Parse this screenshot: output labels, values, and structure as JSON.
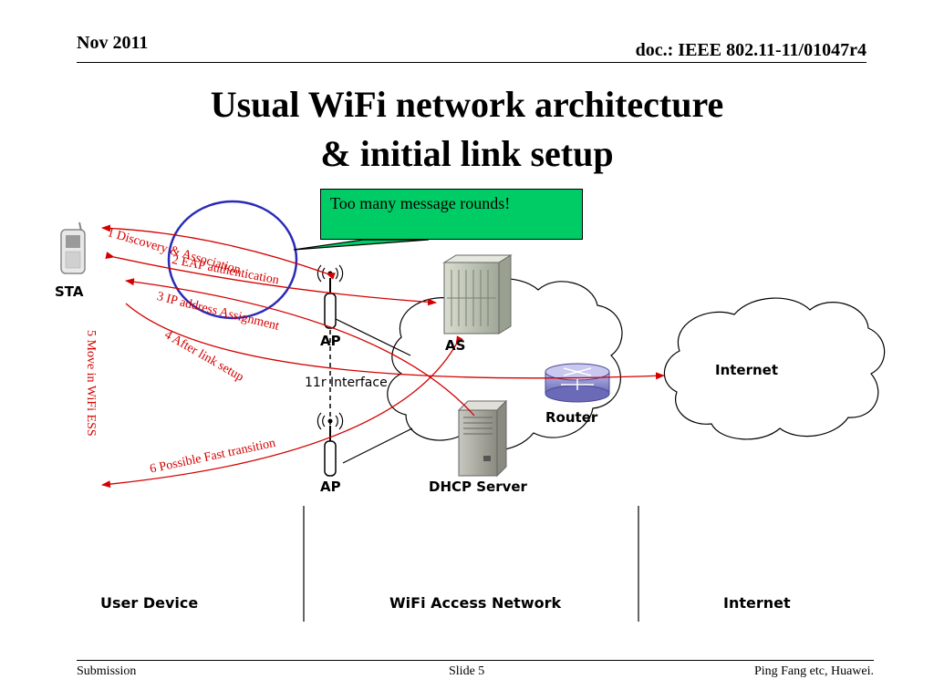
{
  "header": {
    "date": "Nov 2011",
    "doc_id": "doc.: IEEE 802.11-11/01047r4"
  },
  "title": {
    "line1": "Usual WiFi network architecture",
    "line2": "& initial link setup"
  },
  "callout": {
    "text": "Too many message rounds!"
  },
  "nodes": {
    "sta": "STA",
    "ap1": "AP",
    "ap2": "AP",
    "as": "AS",
    "router": "Router",
    "dhcp": "DHCP Server",
    "internet_cloud": "Internet",
    "interface": "11r Interface"
  },
  "steps": {
    "s1": "1 Discovery & Association",
    "s2": "2 EAP authentication",
    "s3": "3  IP address Assignment",
    "s4": "4 After link setup",
    "s5": "5 Move in WiFi ESS",
    "s6": "6 Possible Fast transition"
  },
  "zones": {
    "user_device": "User Device",
    "wifi_access_network": "WiFi Access Network",
    "internet": "Internet"
  },
  "footer": {
    "left": "Submission",
    "center": "Slide 5",
    "right": "Ping Fang etc, Huawei."
  },
  "colors": {
    "arrow": "#d40000",
    "callout_fill": "#00cc66",
    "highlight_circle": "#2a2ab8"
  }
}
